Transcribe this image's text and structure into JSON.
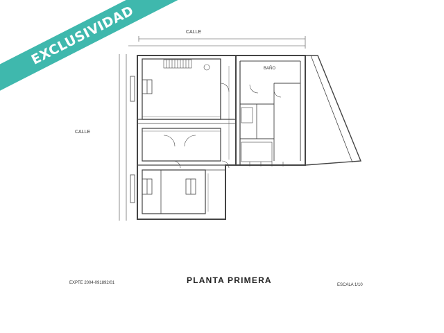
{
  "badge": {
    "text": "EXCLUSIVIDAD",
    "color": "#3fb8ad"
  },
  "plan": {
    "title": "PLANTA PRIMERA",
    "street_top": "CALLE",
    "street_left": "CALLE",
    "room_bano": "BAÑO",
    "expedient": "EXPTE 2004-091892/01",
    "scale": "ESCALA 1/10",
    "line_color": "#444444"
  }
}
